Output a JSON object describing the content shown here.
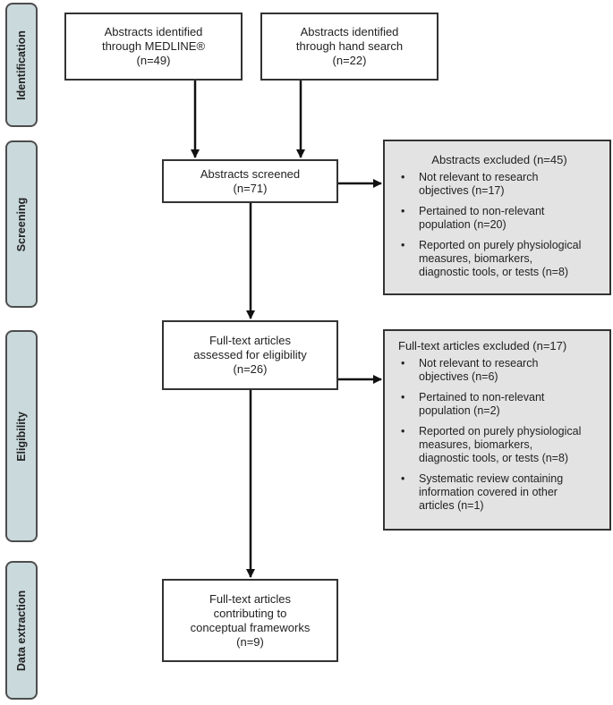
{
  "phases": [
    "Identification",
    "Screening",
    "Eligibility",
    "Data extraction"
  ],
  "boxes": {
    "medline": [
      "Abstracts identified",
      "through MEDLINE®",
      "(n=49)"
    ],
    "hand_search": [
      "Abstracts identified",
      "through hand search",
      "(n=22)"
    ],
    "screened": [
      "Abstracts screened",
      "(n=71)"
    ],
    "fulltext_assessed": [
      "Full-text articles",
      "assessed for eligibility",
      "(n=26)"
    ],
    "contributing": [
      "Full-text articles",
      "contributing to",
      "conceptual frameworks",
      "(n=9)"
    ]
  },
  "abstracts_excluded": {
    "title": "Abstracts excluded (n=45)",
    "items": [
      [
        "Not relevant to research",
        "objectives (n=17)"
      ],
      [
        "Pertained to non-relevant",
        "population (n=20)"
      ],
      [
        "Reported on purely physiological",
        "measures, biomarkers,",
        "diagnostic tools, or tests (n=8)"
      ]
    ]
  },
  "fulltext_excluded": {
    "title": "Full-text articles excluded (n=17)",
    "items": [
      [
        "Not relevant to research",
        "objectives (n=6)"
      ],
      [
        "Pertained to non-relevant",
        "population (n=2)"
      ],
      [
        "Reported on purely physiological",
        "measures, biomarkers,",
        "diagnostic tools, or tests (n=8)"
      ],
      [
        "Systematic review containing",
        "information covered in other",
        "articles (n=1)"
      ]
    ]
  },
  "colors": {
    "phase_fill": "#c9d9dc",
    "excluded_fill": "#e3e3e3",
    "line": "#111111"
  }
}
